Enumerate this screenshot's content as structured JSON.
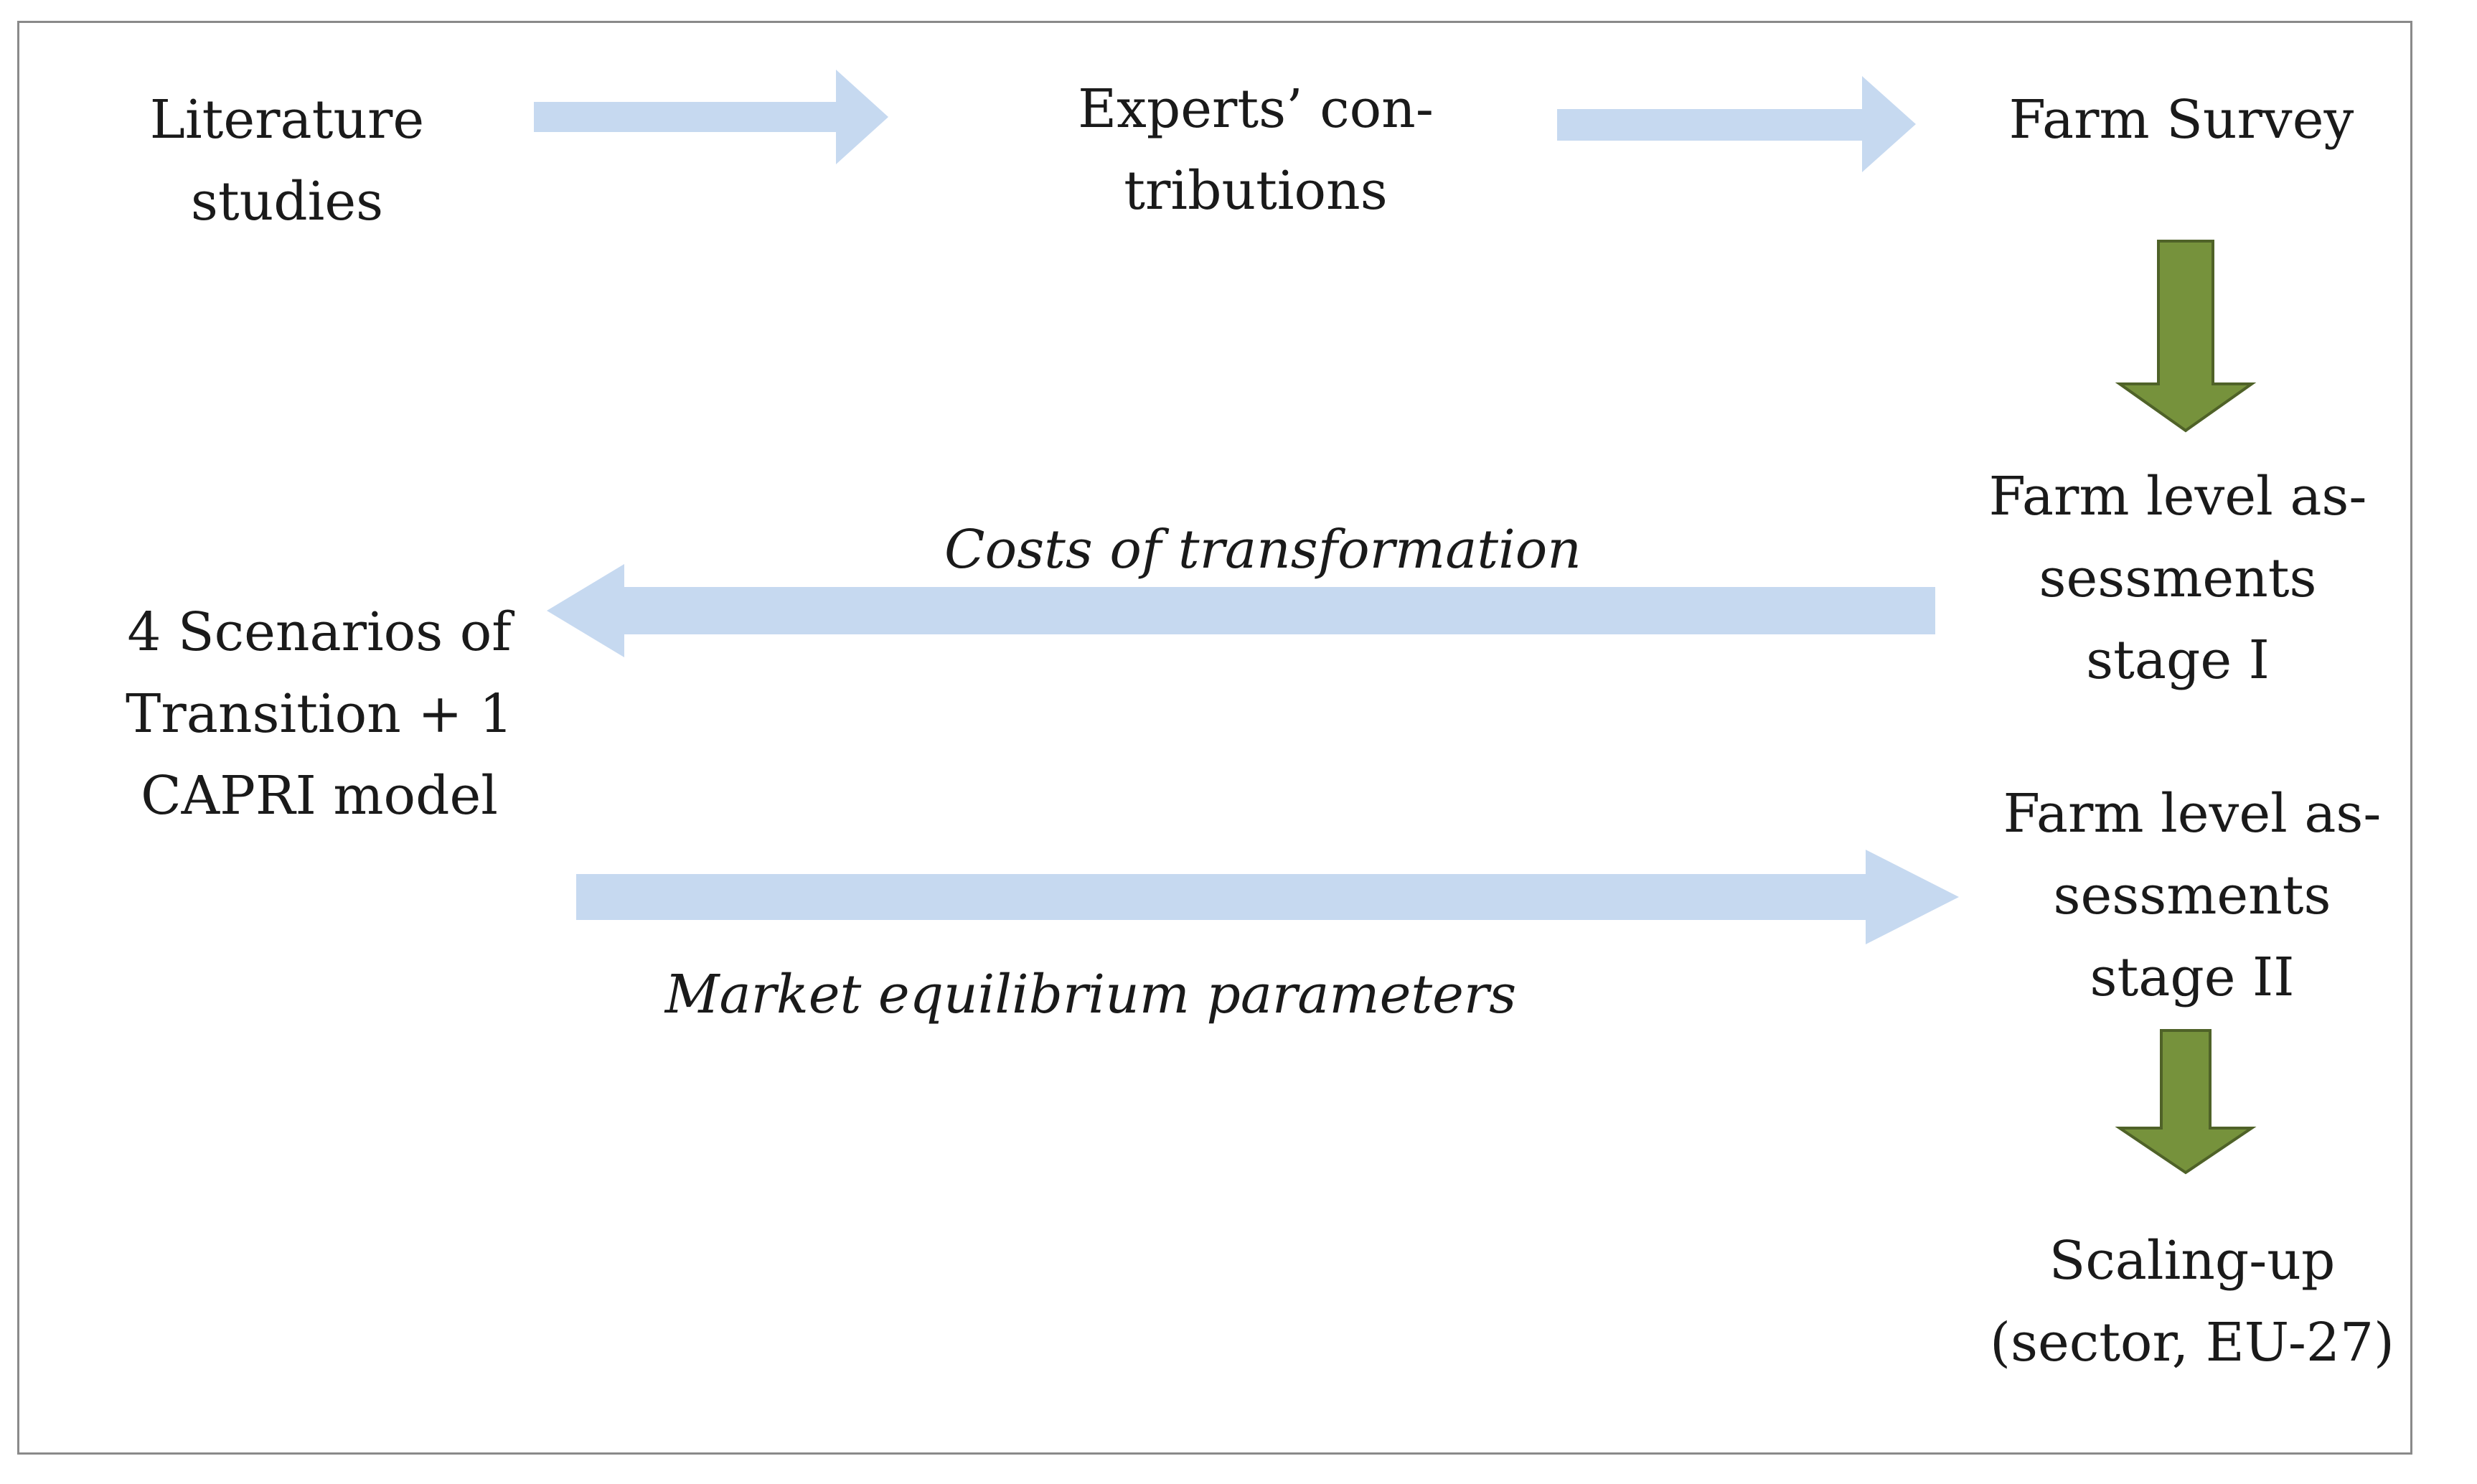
{
  "nodes": {
    "literature": "Literature\nstudies",
    "experts": "Experts’ con-\ntributions",
    "farm_survey": "Farm Survey",
    "stage1": "Farm level as-\nsessments\nstage I",
    "scenarios": "4 Scenarios of\nTransition + 1\nCAPRI model",
    "stage2": "Farm level as-\nsessments\nstage II",
    "scaling": "Scaling-up\n(sector, EU-27)"
  },
  "edges": {
    "costs": "Costs of transformation",
    "market": "Market equilibrium parameters"
  },
  "colors": {
    "light_arrow": "#c6d9f0",
    "green_arrow": "#76923c",
    "green_arrow_border": "#4f6228",
    "frame": "#8a8a8a"
  }
}
